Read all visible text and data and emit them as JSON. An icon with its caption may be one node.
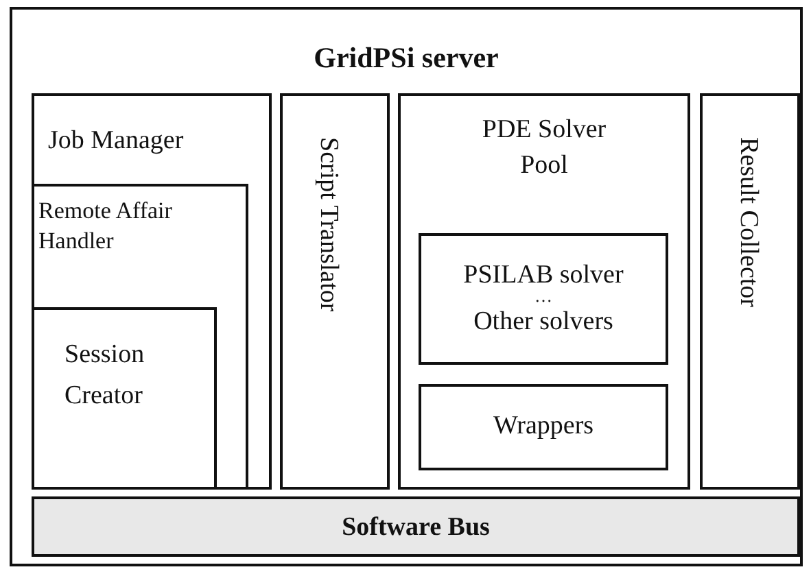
{
  "diagram": {
    "nodes": [
      {
        "text": [
          "GridPSi server"
        ]
      },
      {
        "text": [
          "Job Manager"
        ],
        "in": 0
      },
      {
        "text": [
          "Remote Affair Handler"
        ],
        "in": 1
      },
      {
        "text": [
          "Session Creator"
        ],
        "in": 2
      },
      {
        "text": [
          "Script Translator"
        ],
        "in": 0
      },
      {
        "text": [
          "PDE Solver Pool"
        ],
        "in": 0
      },
      {
        "text": [
          "PSILAB solver",
          "…",
          "Other solvers"
        ],
        "in": 5
      },
      {
        "text": [
          "Wrappers"
        ],
        "in": 5
      },
      {
        "text": [
          "Result Collector"
        ],
        "in": 0
      },
      {
        "text": [
          "Software Bus"
        ],
        "in": 0
      }
    ]
  }
}
